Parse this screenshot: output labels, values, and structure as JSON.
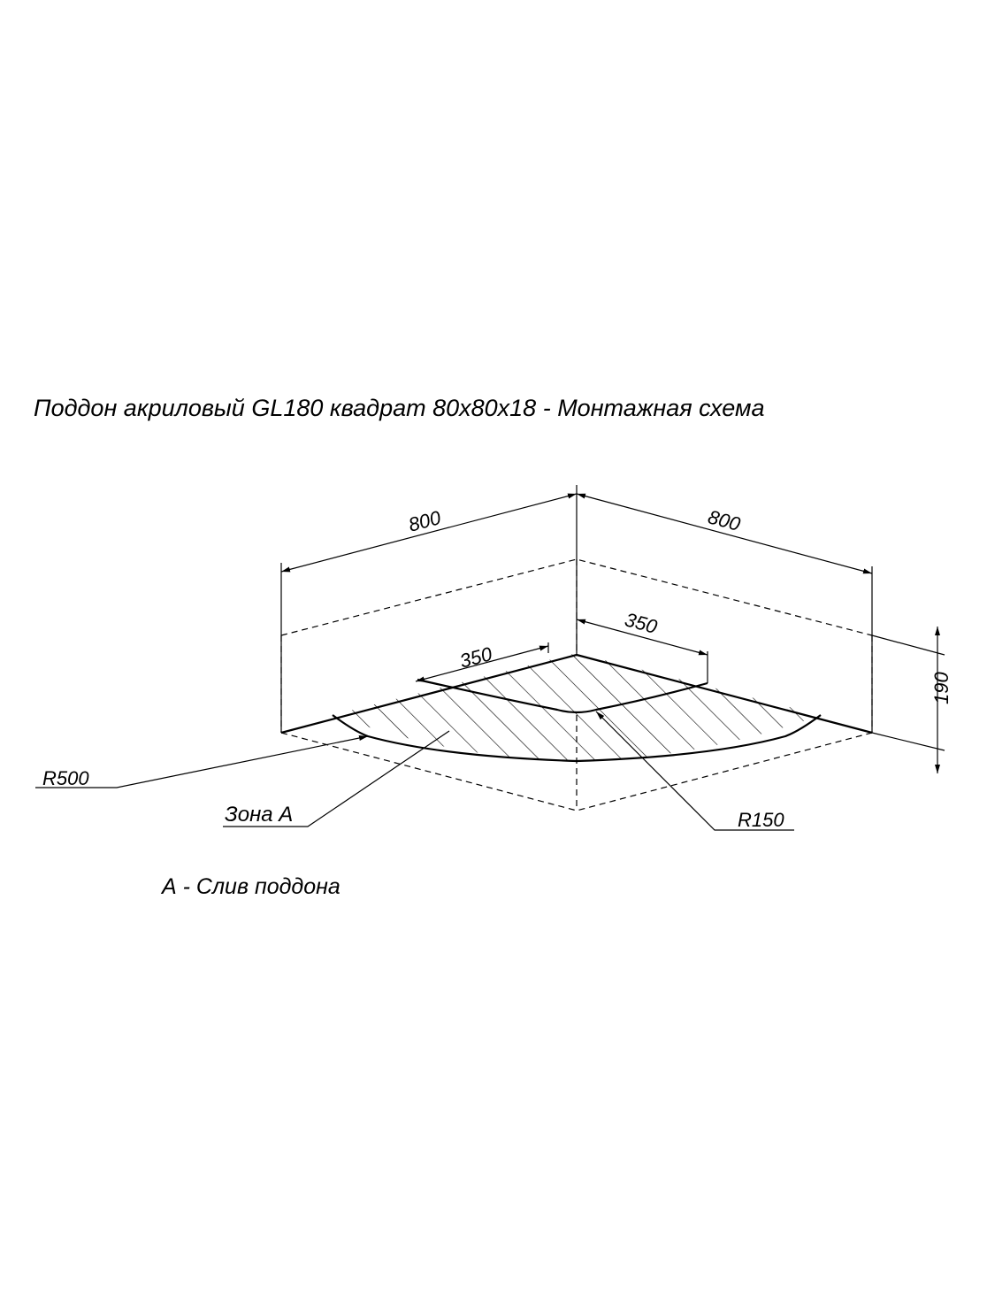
{
  "title": "Поддон акриловый  GL180 квадрат 80х80х18 - Монтажная схема",
  "note": "А - Слив поддона",
  "dimensions": {
    "width_left": "800",
    "width_right": "800",
    "offset_left": "350",
    "offset_right": "350",
    "height": "190"
  },
  "labels": {
    "r500": "R500",
    "zone_a": "Зона А",
    "r150": "R150"
  },
  "colors": {
    "line": "#000000",
    "background": "#ffffff"
  }
}
